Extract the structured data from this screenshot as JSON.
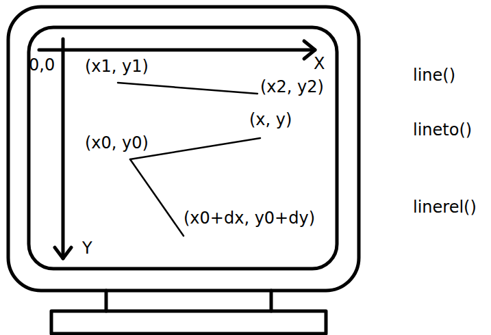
{
  "diagram": {
    "labels": [
      "0,0",
      "(x1, y1)",
      "X",
      "(x2, y2)",
      "line()",
      "(x, y)",
      "lineto()",
      "(x0, y0)",
      "(x0+dx, y0+dy)",
      "linerel()",
      "Y"
    ]
  }
}
